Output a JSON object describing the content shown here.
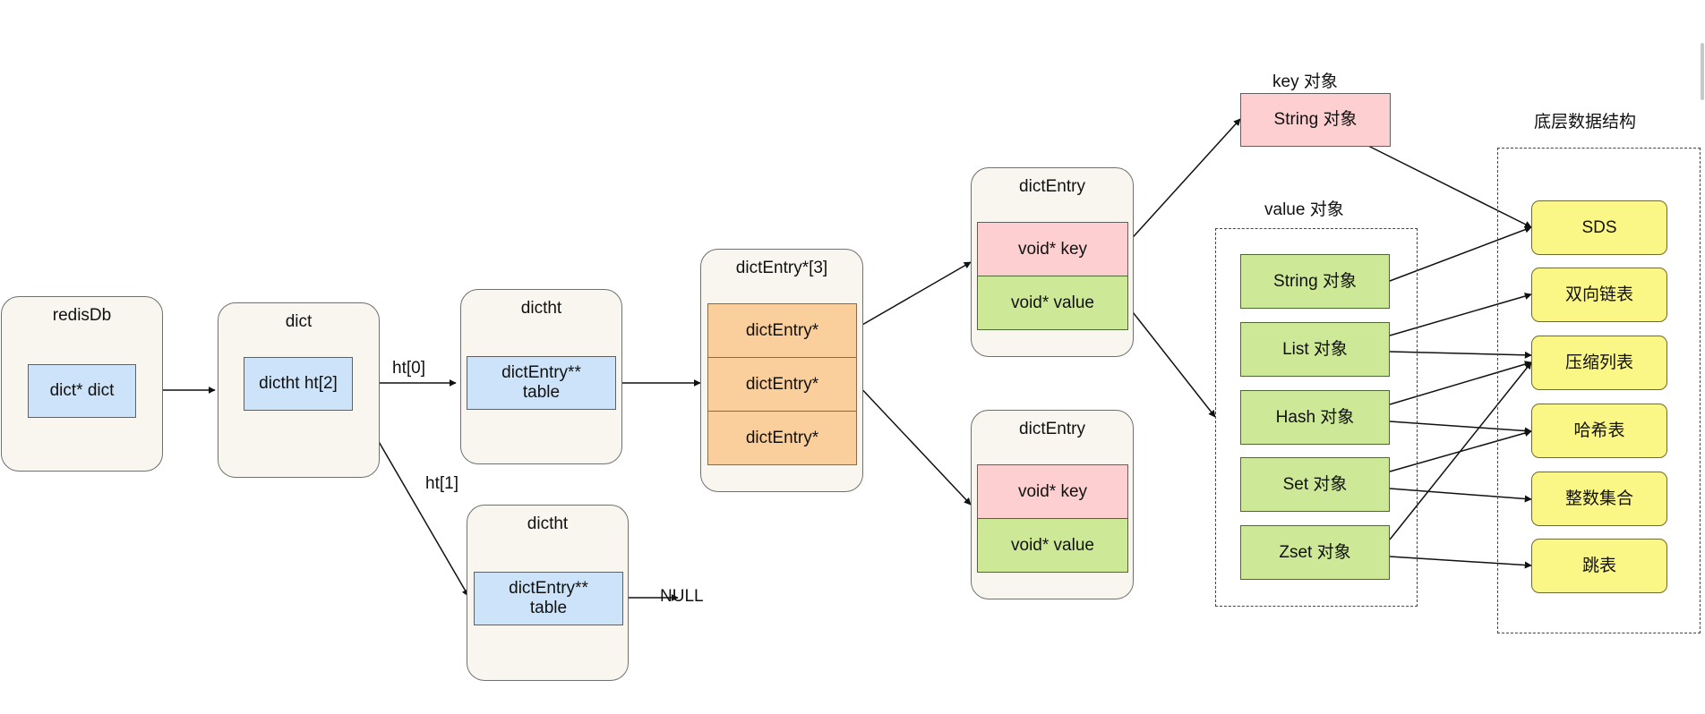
{
  "redisdb": {
    "title": "redisDb",
    "field": "dict* dict"
  },
  "dict": {
    "title": "dict",
    "field": "dictht ht[2]"
  },
  "ht0_label": "ht[0]",
  "ht1_label": "ht[1]",
  "dictht0": {
    "title": "dictht",
    "field_line1": "dictEntry**",
    "field_line2": "table"
  },
  "dictht1": {
    "title": "dictht",
    "field_line1": "dictEntry**",
    "field_line2": "table"
  },
  "null_label": "NULL",
  "entry_array": {
    "title": "dictEntry*[3]",
    "items": [
      "dictEntry*",
      "dictEntry*",
      "dictEntry*"
    ]
  },
  "dictentry_top": {
    "title": "dictEntry",
    "key": "void* key",
    "value": "void* value"
  },
  "dictentry_bottom": {
    "title": "dictEntry",
    "key": "void* key",
    "value": "void* value"
  },
  "key_object": {
    "title": "key 对象",
    "item": "String 对象"
  },
  "value_object": {
    "title": "value 对象",
    "items": [
      "String 对象",
      "List 对象",
      "Hash 对象",
      "Set 对象",
      "Zset 对象"
    ]
  },
  "underlying": {
    "title": "底层数据结构",
    "items": [
      "SDS",
      "双向链表",
      "压缩列表",
      "哈希表",
      "整数集合",
      "跳表"
    ]
  },
  "colors": {
    "container_bg": "#f8f6ef",
    "blue": "#cde3fa",
    "orange": "#fbcf9c",
    "pink": "#fdcfd0",
    "green": "#cde896",
    "yellow": "#fbf786"
  }
}
